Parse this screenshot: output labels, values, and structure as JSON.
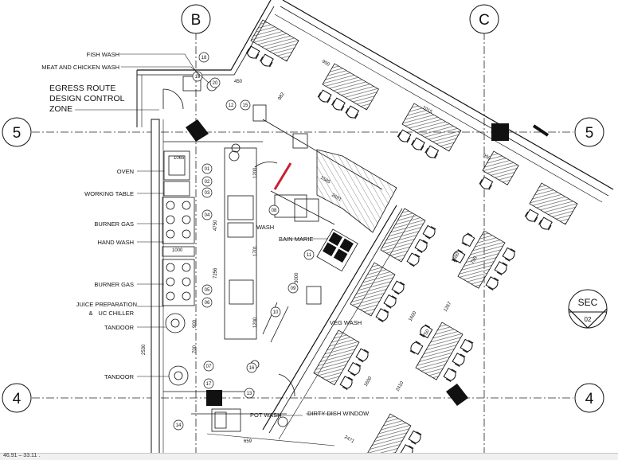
{
  "grid": {
    "cols": [
      {
        "label": "B"
      },
      {
        "label": "C"
      }
    ],
    "rows": [
      {
        "label": "5"
      },
      {
        "label": "4"
      }
    ]
  },
  "section_marker": {
    "label": "SEC",
    "number": "02"
  },
  "left_labels": [
    {
      "text": "FISH WASH"
    },
    {
      "text": "MEAT AND CHICKEN WASH"
    },
    {
      "text": "OVEN"
    },
    {
      "text": "WORKING TABLE"
    },
    {
      "text": "BURNER GAS"
    },
    {
      "text": "HAND WASH"
    },
    {
      "text": "BURNER GAS"
    },
    {
      "text": "JUICE PREPARATION"
    },
    {
      "text": "&"
    },
    {
      "text": "UC CHILLER"
    },
    {
      "text": "TANDOOR"
    },
    {
      "text": "TANDOOR"
    }
  ],
  "egress_note": [
    "EGRESS ROUTE",
    "DESIGN CONTROL",
    "ZONE"
  ],
  "inner_labels": [
    {
      "text": "WASH"
    },
    {
      "text": "BAIN MARIE"
    },
    {
      "text": "VEG WASH"
    },
    {
      "text": "POT WASH"
    },
    {
      "text": "DIRTY DISH WINDOW"
    }
  ],
  "equipment_tags": [
    "18",
    "19",
    "20",
    "12",
    "15",
    "16",
    "01",
    "02",
    "03",
    "04",
    "05",
    "06",
    "07",
    "08",
    "09",
    "10",
    "11",
    "13",
    "14",
    "17"
  ],
  "dimensions": [
    "900",
    "1015",
    "450",
    "982",
    "1065",
    "1000",
    "1200",
    "1585",
    "2691",
    "4750",
    "7256",
    "1200",
    "3000",
    "1701",
    "1600",
    "1600",
    "1600",
    "2410",
    "2530",
    "2471",
    "735",
    "1267",
    "750",
    "900",
    "659",
    "700",
    "900"
  ],
  "status_text": "46.91 – 33.11 ."
}
